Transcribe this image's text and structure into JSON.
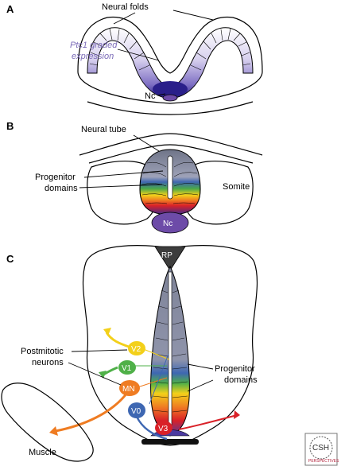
{
  "panel_a": {
    "letter": "A",
    "neural_folds": "Neural folds",
    "ptc1_line1": "Ptc1 graded",
    "ptc1_line2": "expression",
    "nc": "Nc"
  },
  "panel_b": {
    "letter": "B",
    "neural_tube": "Neural tube",
    "progenitor_line1": "Progenitor",
    "progenitor_line2": "domains",
    "somite": "Somite",
    "nc": "Nc"
  },
  "panel_c": {
    "letter": "C",
    "rp": "RP",
    "postmitotic_line1": "Postmitotic",
    "postmitotic_line2": "neurons",
    "progenitor_line1": "Progenitor",
    "progenitor_line2": "domains",
    "muscle": "Muscle",
    "neurons": {
      "v2": "V2",
      "v1": "V1",
      "mn": "MN",
      "v0": "V0",
      "v3": "V3"
    }
  },
  "logo": {
    "main": "CSH",
    "sub": "PERSPECTIVES"
  },
  "colors": {
    "ptc1_label": "#7b6bb8",
    "gradient_light": "#c9c1e6",
    "gradient_dark": "#2a1f8a",
    "dorsal_grey": "#8a8fa8",
    "v2": "#f3d01a",
    "v1": "#4fb048",
    "mn": "#ef7c22",
    "v0": "#3e67b2",
    "v3": "#d92128",
    "floor": "#4b3aa0",
    "notochord": "#6d4ba8"
  }
}
